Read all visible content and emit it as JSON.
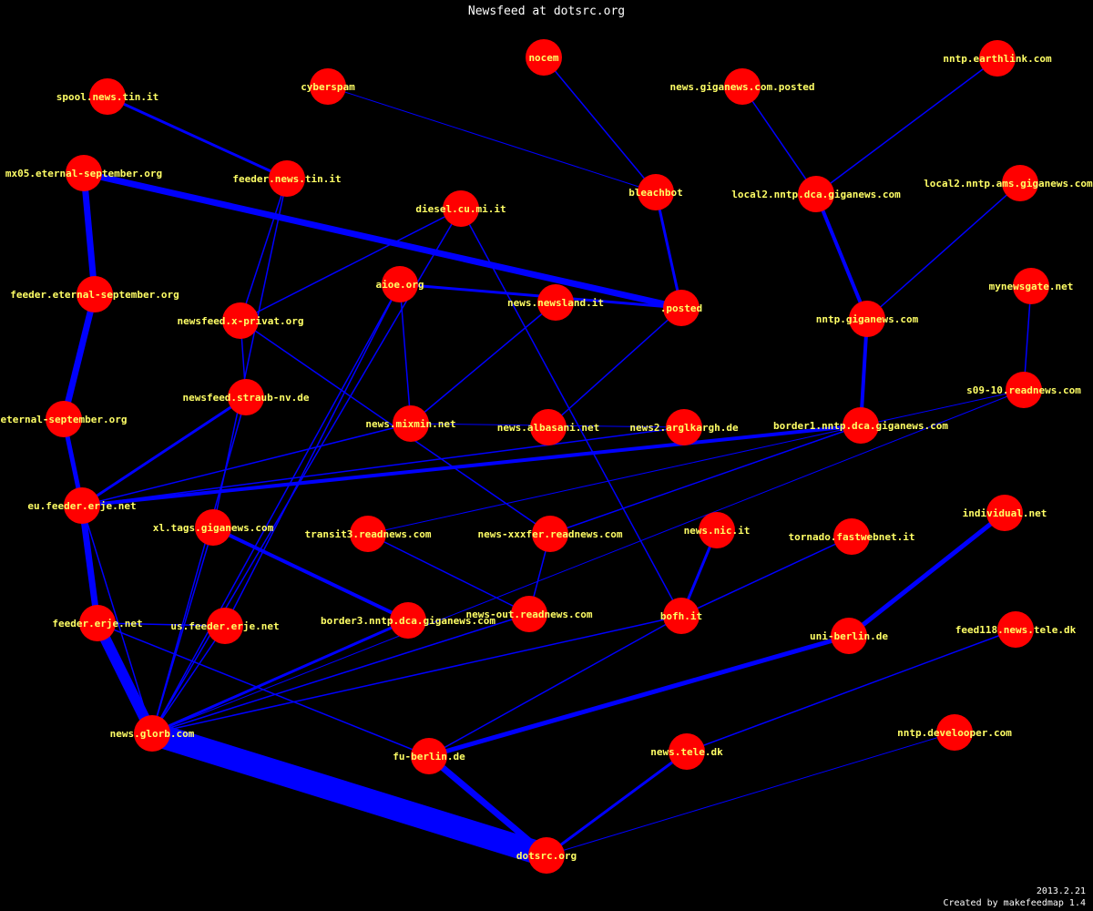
{
  "title": "Newsfeed at dotsrc.org",
  "footer": {
    "date": "2013.2.21",
    "credit": "Created by makefeedmap 1.4"
  },
  "colors": {
    "background": "#000000",
    "edge": "#0000ff",
    "node": "#ff0000",
    "label": "#ffff66",
    "title": "#ffffff"
  },
  "nodes": [
    {
      "id": "nocem",
      "label": "nocem"
    },
    {
      "id": "cyberspam",
      "label": "cyberspam"
    },
    {
      "id": "spool.news.tin.it",
      "label": "spool.news.tin.it"
    },
    {
      "id": "news.giganews.com.posted",
      "label": "news.giganews.com.posted"
    },
    {
      "id": "nntp.earthlink.com",
      "label": "nntp.earthlink.com"
    },
    {
      "id": "mx05.eternal-september.org",
      "label": "mx05.eternal-september.org"
    },
    {
      "id": "feeder.news.tin.it",
      "label": "feeder.news.tin.it"
    },
    {
      "id": "bleachbot",
      "label": "bleachbot"
    },
    {
      "id": "local2.nntp.dca.giganews.com",
      "label": "local2.nntp.dca.giganews.com"
    },
    {
      "id": "local2.nntp.ams.giganews.com",
      "label": "local2.nntp.ams.giganews.com"
    },
    {
      "id": "diesel.cu.mi.it",
      "label": "diesel.cu.mi.it"
    },
    {
      "id": "aioe.org",
      "label": "aioe.org"
    },
    {
      "id": "news.newsland.it",
      "label": "news.newsland.it"
    },
    {
      "id": ".posted",
      "label": ".posted"
    },
    {
      "id": "feeder.eternal-september.org",
      "label": "feeder.eternal-september.org"
    },
    {
      "id": "newsfeed.x-privat.org",
      "label": "newsfeed.x-privat.org"
    },
    {
      "id": "nntp.giganews.com",
      "label": "nntp.giganews.com"
    },
    {
      "id": "mynewsgate.net",
      "label": "mynewsgate.net"
    },
    {
      "id": "newsfeed.straub-nv.de",
      "label": "newsfeed.straub-nv.de"
    },
    {
      "id": "s09-10.readnews.com",
      "label": "s09-10.readnews.com"
    },
    {
      "id": "eternal-september.org",
      "label": "eternal-september.org"
    },
    {
      "id": "news.mixmin.net",
      "label": "news.mixmin.net"
    },
    {
      "id": "news.albasani.net",
      "label": "news.albasani.net"
    },
    {
      "id": "news2.arglkargh.de",
      "label": "news2.arglkargh.de"
    },
    {
      "id": "border1.nntp.dca.giganews.com",
      "label": "border1.nntp.dca.giganews.com"
    },
    {
      "id": "eu.feeder.erje.net",
      "label": "eu.feeder.erje.net"
    },
    {
      "id": "individual.net",
      "label": "individual.net"
    },
    {
      "id": "xl.tags.giganews.com",
      "label": "xl.tags.giganews.com"
    },
    {
      "id": "transit3.readnews.com",
      "label": "transit3.readnews.com"
    },
    {
      "id": "news-xxxfer.readnews.com",
      "label": "news-xxxfer.readnews.com"
    },
    {
      "id": "news.nic.it",
      "label": "news.nic.it"
    },
    {
      "id": "tornado.fastwebnet.it",
      "label": "tornado.fastwebnet.it"
    },
    {
      "id": "feeder.erje.net",
      "label": "feeder.erje.net"
    },
    {
      "id": "us.feeder.erje.net",
      "label": "us.feeder.erje.net"
    },
    {
      "id": "border3.nntp.dca.giganews.com",
      "label": "border3.nntp.dca.giganews.com"
    },
    {
      "id": "news-out.readnews.com",
      "label": "news-out.readnews.com"
    },
    {
      "id": "bofh.it",
      "label": "bofh.it"
    },
    {
      "id": "uni-berlin.de",
      "label": "uni-berlin.de"
    },
    {
      "id": "feed118.news.tele.dk",
      "label": "feed118.news.tele.dk"
    },
    {
      "id": "news.glorb.com",
      "label": "news.glorb.com"
    },
    {
      "id": "fu-berlin.de",
      "label": "fu-berlin.de"
    },
    {
      "id": "news.tele.dk",
      "label": "news.tele.dk"
    },
    {
      "id": "nntp.develooper.com",
      "label": "nntp.develooper.com"
    },
    {
      "id": "dotsrc.org",
      "label": "dotsrc.org"
    }
  ],
  "edges": [
    {
      "from": "news.glorb.com",
      "to": "dotsrc.org",
      "weight": 10
    },
    {
      "from": "feeder.erje.net",
      "to": "news.glorb.com",
      "weight": 6
    },
    {
      "from": "eu.feeder.erje.net",
      "to": "feeder.erje.net",
      "weight": 5
    },
    {
      "from": "eternal-september.org",
      "to": "eu.feeder.erje.net",
      "weight": 3
    },
    {
      "from": "feeder.eternal-september.org",
      "to": "eternal-september.org",
      "weight": 4
    },
    {
      "from": "mx05.eternal-september.org",
      "to": "feeder.eternal-september.org",
      "weight": 4
    },
    {
      "from": "mx05.eternal-september.org",
      "to": ".posted",
      "weight": 4
    },
    {
      "from": "fu-berlin.de",
      "to": "dotsrc.org",
      "weight": 4
    },
    {
      "from": "uni-berlin.de",
      "to": "fu-berlin.de",
      "weight": 3
    },
    {
      "from": "individual.net",
      "to": "uni-berlin.de",
      "weight": 3
    },
    {
      "from": "border1.nntp.dca.giganews.com",
      "to": "eu.feeder.erje.net",
      "weight": 2.5
    },
    {
      "from": "nntp.giganews.com",
      "to": "border1.nntp.dca.giganews.com",
      "weight": 2.5
    },
    {
      "from": "local2.nntp.dca.giganews.com",
      "to": "nntp.giganews.com",
      "weight": 2
    },
    {
      "from": "xl.tags.giganews.com",
      "to": "border3.nntp.dca.giganews.com",
      "weight": 2
    },
    {
      "from": "border3.nntp.dca.giganews.com",
      "to": "news.glorb.com",
      "weight": 1.5
    },
    {
      "from": "spool.news.tin.it",
      "to": "feeder.news.tin.it",
      "weight": 1.8
    },
    {
      "from": "newsfeed.straub-nv.de",
      "to": "eu.feeder.erje.net",
      "weight": 1.5
    },
    {
      "from": "news.tele.dk",
      "to": "dotsrc.org",
      "weight": 1.5
    },
    {
      "from": "news.nic.it",
      "to": "bofh.it",
      "weight": 1.5
    },
    {
      "from": "aioe.org",
      "to": ".posted",
      "weight": 1.5
    },
    {
      "from": "bleachbot",
      "to": ".posted",
      "weight": 1.5
    },
    {
      "from": "nocem",
      "to": "bleachbot",
      "weight": 1
    },
    {
      "from": "news.giganews.com.posted",
      "to": "local2.nntp.dca.giganews.com",
      "weight": 1
    },
    {
      "from": "nntp.earthlink.com",
      "to": "local2.nntp.dca.giganews.com",
      "weight": 1
    },
    {
      "from": "local2.nntp.ams.giganews.com",
      "to": "nntp.giganews.com",
      "weight": 1
    },
    {
      "from": "mynewsgate.net",
      "to": "s09-10.readnews.com",
      "weight": 1
    },
    {
      "from": "feed118.news.tele.dk",
      "to": "news.tele.dk",
      "weight": 1
    },
    {
      "from": "nntp.develooper.com",
      "to": "dotsrc.org",
      "weight": 0.8
    },
    {
      "from": "cyberspam",
      "to": "bleachbot",
      "weight": 0.6
    },
    {
      "from": "feeder.news.tin.it",
      "to": "newsfeed.x-privat.org",
      "weight": 1
    },
    {
      "from": "feeder.news.tin.it",
      "to": "xl.tags.giganews.com",
      "weight": 1
    },
    {
      "from": "newsfeed.x-privat.org",
      "to": "newsfeed.straub-nv.de",
      "weight": 1
    },
    {
      "from": "newsfeed.x-privat.org",
      "to": "news-xxxfer.readnews.com",
      "weight": 1
    },
    {
      "from": "diesel.cu.mi.it",
      "to": "newsfeed.x-privat.org",
      "weight": 1
    },
    {
      "from": "diesel.cu.mi.it",
      "to": "news.glorb.com",
      "weight": 1
    },
    {
      "from": "diesel.cu.mi.it",
      "to": "bofh.it",
      "weight": 1
    },
    {
      "from": "aioe.org",
      "to": "news.mixmin.net",
      "weight": 1
    },
    {
      "from": "aioe.org",
      "to": "news.glorb.com",
      "weight": 1
    },
    {
      "from": "aioe.org",
      "to": "us.feeder.erje.net",
      "weight": 1
    },
    {
      "from": "news.newsland.it",
      "to": "news.mixmin.net",
      "weight": 1
    },
    {
      "from": ".posted",
      "to": "news.albasani.net",
      "weight": 1
    },
    {
      "from": "news.mixmin.net",
      "to": "eu.feeder.erje.net",
      "weight": 1
    },
    {
      "from": "news2.arglkargh.de",
      "to": "eu.feeder.erje.net",
      "weight": 1
    },
    {
      "from": "news2.arglkargh.de",
      "to": "news.mixmin.net",
      "weight": 0.6
    },
    {
      "from": "s09-10.readnews.com",
      "to": "transit3.readnews.com",
      "weight": 0.6
    },
    {
      "from": "s09-10.readnews.com",
      "to": "news.glorb.com",
      "weight": 0.6
    },
    {
      "from": "border1.nntp.dca.giganews.com",
      "to": "news-xxxfer.readnews.com",
      "weight": 1
    },
    {
      "from": "news-xxxfer.readnews.com",
      "to": "news-out.readnews.com",
      "weight": 1
    },
    {
      "from": "transit3.readnews.com",
      "to": "news-out.readnews.com",
      "weight": 1
    },
    {
      "from": "news-out.readnews.com",
      "to": "news.glorb.com",
      "weight": 1
    },
    {
      "from": "tornado.fastwebnet.it",
      "to": "bofh.it",
      "weight": 1
    },
    {
      "from": "bofh.it",
      "to": "fu-berlin.de",
      "weight": 1
    },
    {
      "from": "bofh.it",
      "to": "news.glorb.com",
      "weight": 1
    },
    {
      "from": "eu.feeder.erje.net",
      "to": "news.glorb.com",
      "weight": 1
    },
    {
      "from": "feeder.erje.net",
      "to": "us.feeder.erje.net",
      "weight": 1
    },
    {
      "from": "feeder.erje.net",
      "to": "fu-berlin.de",
      "weight": 1
    },
    {
      "from": "us.feeder.erje.net",
      "to": "news.glorb.com",
      "weight": 1
    },
    {
      "from": "newsfeed.straub-nv.de",
      "to": "news.glorb.com",
      "weight": 1
    },
    {
      "from": "xl.tags.giganews.com",
      "to": "news.glorb.com",
      "weight": 1
    }
  ]
}
